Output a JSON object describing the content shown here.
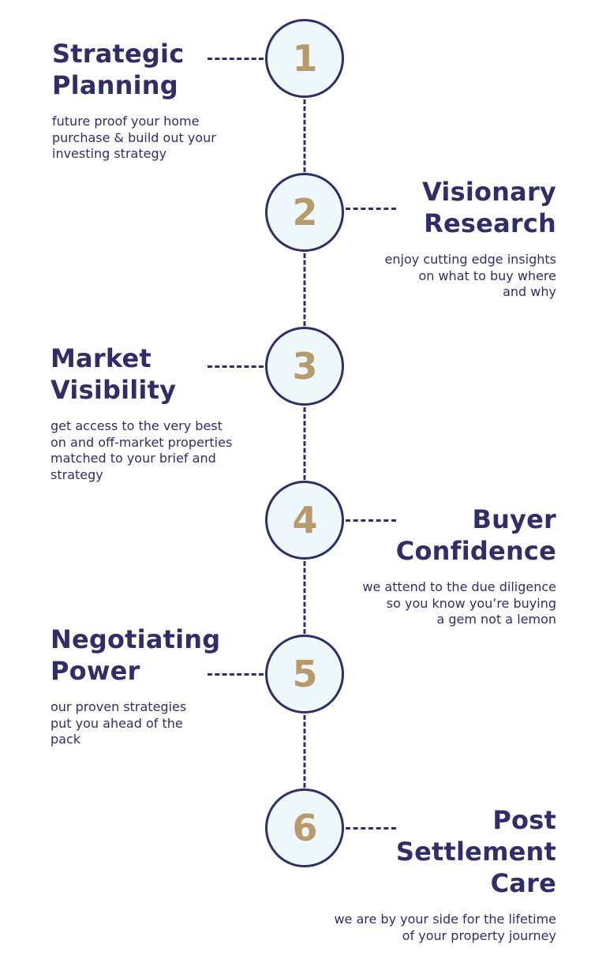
{
  "colors": {
    "navy": "#2f2e6b",
    "gold": "#b89b6a",
    "circle_fill": "#eef8fb",
    "background": "#ffffff"
  },
  "steps": [
    {
      "number": "1",
      "title_line1": "Strategic",
      "title_line2": "Planning",
      "title_line3": "",
      "description": "future proof your home\npurchase & build out your\ninvesting strategy"
    },
    {
      "number": "2",
      "title_line1": "Visionary",
      "title_line2": "Research",
      "title_line3": "",
      "description": "enjoy cutting edge insights\non what to buy where\nand why"
    },
    {
      "number": "3",
      "title_line1": "Market",
      "title_line2": "Visibility",
      "title_line3": "",
      "description": "get access to the very best\non and off-market properties\nmatched to your brief and\nstrategy"
    },
    {
      "number": "4",
      "title_line1": "Buyer",
      "title_line2": "Confidence",
      "title_line3": "",
      "description": "we attend to the due diligence\nso you know you’re buying\na gem not a lemon"
    },
    {
      "number": "5",
      "title_line1": "Negotiating",
      "title_line2": "Power",
      "title_line3": "",
      "description": "our proven strategies\nput you ahead of the\npack"
    },
    {
      "number": "6",
      "title_line1": "Post",
      "title_line2": "Settlement",
      "title_line3": "Care",
      "description": "we are by your side for the lifetime\nof your property journey"
    }
  ]
}
